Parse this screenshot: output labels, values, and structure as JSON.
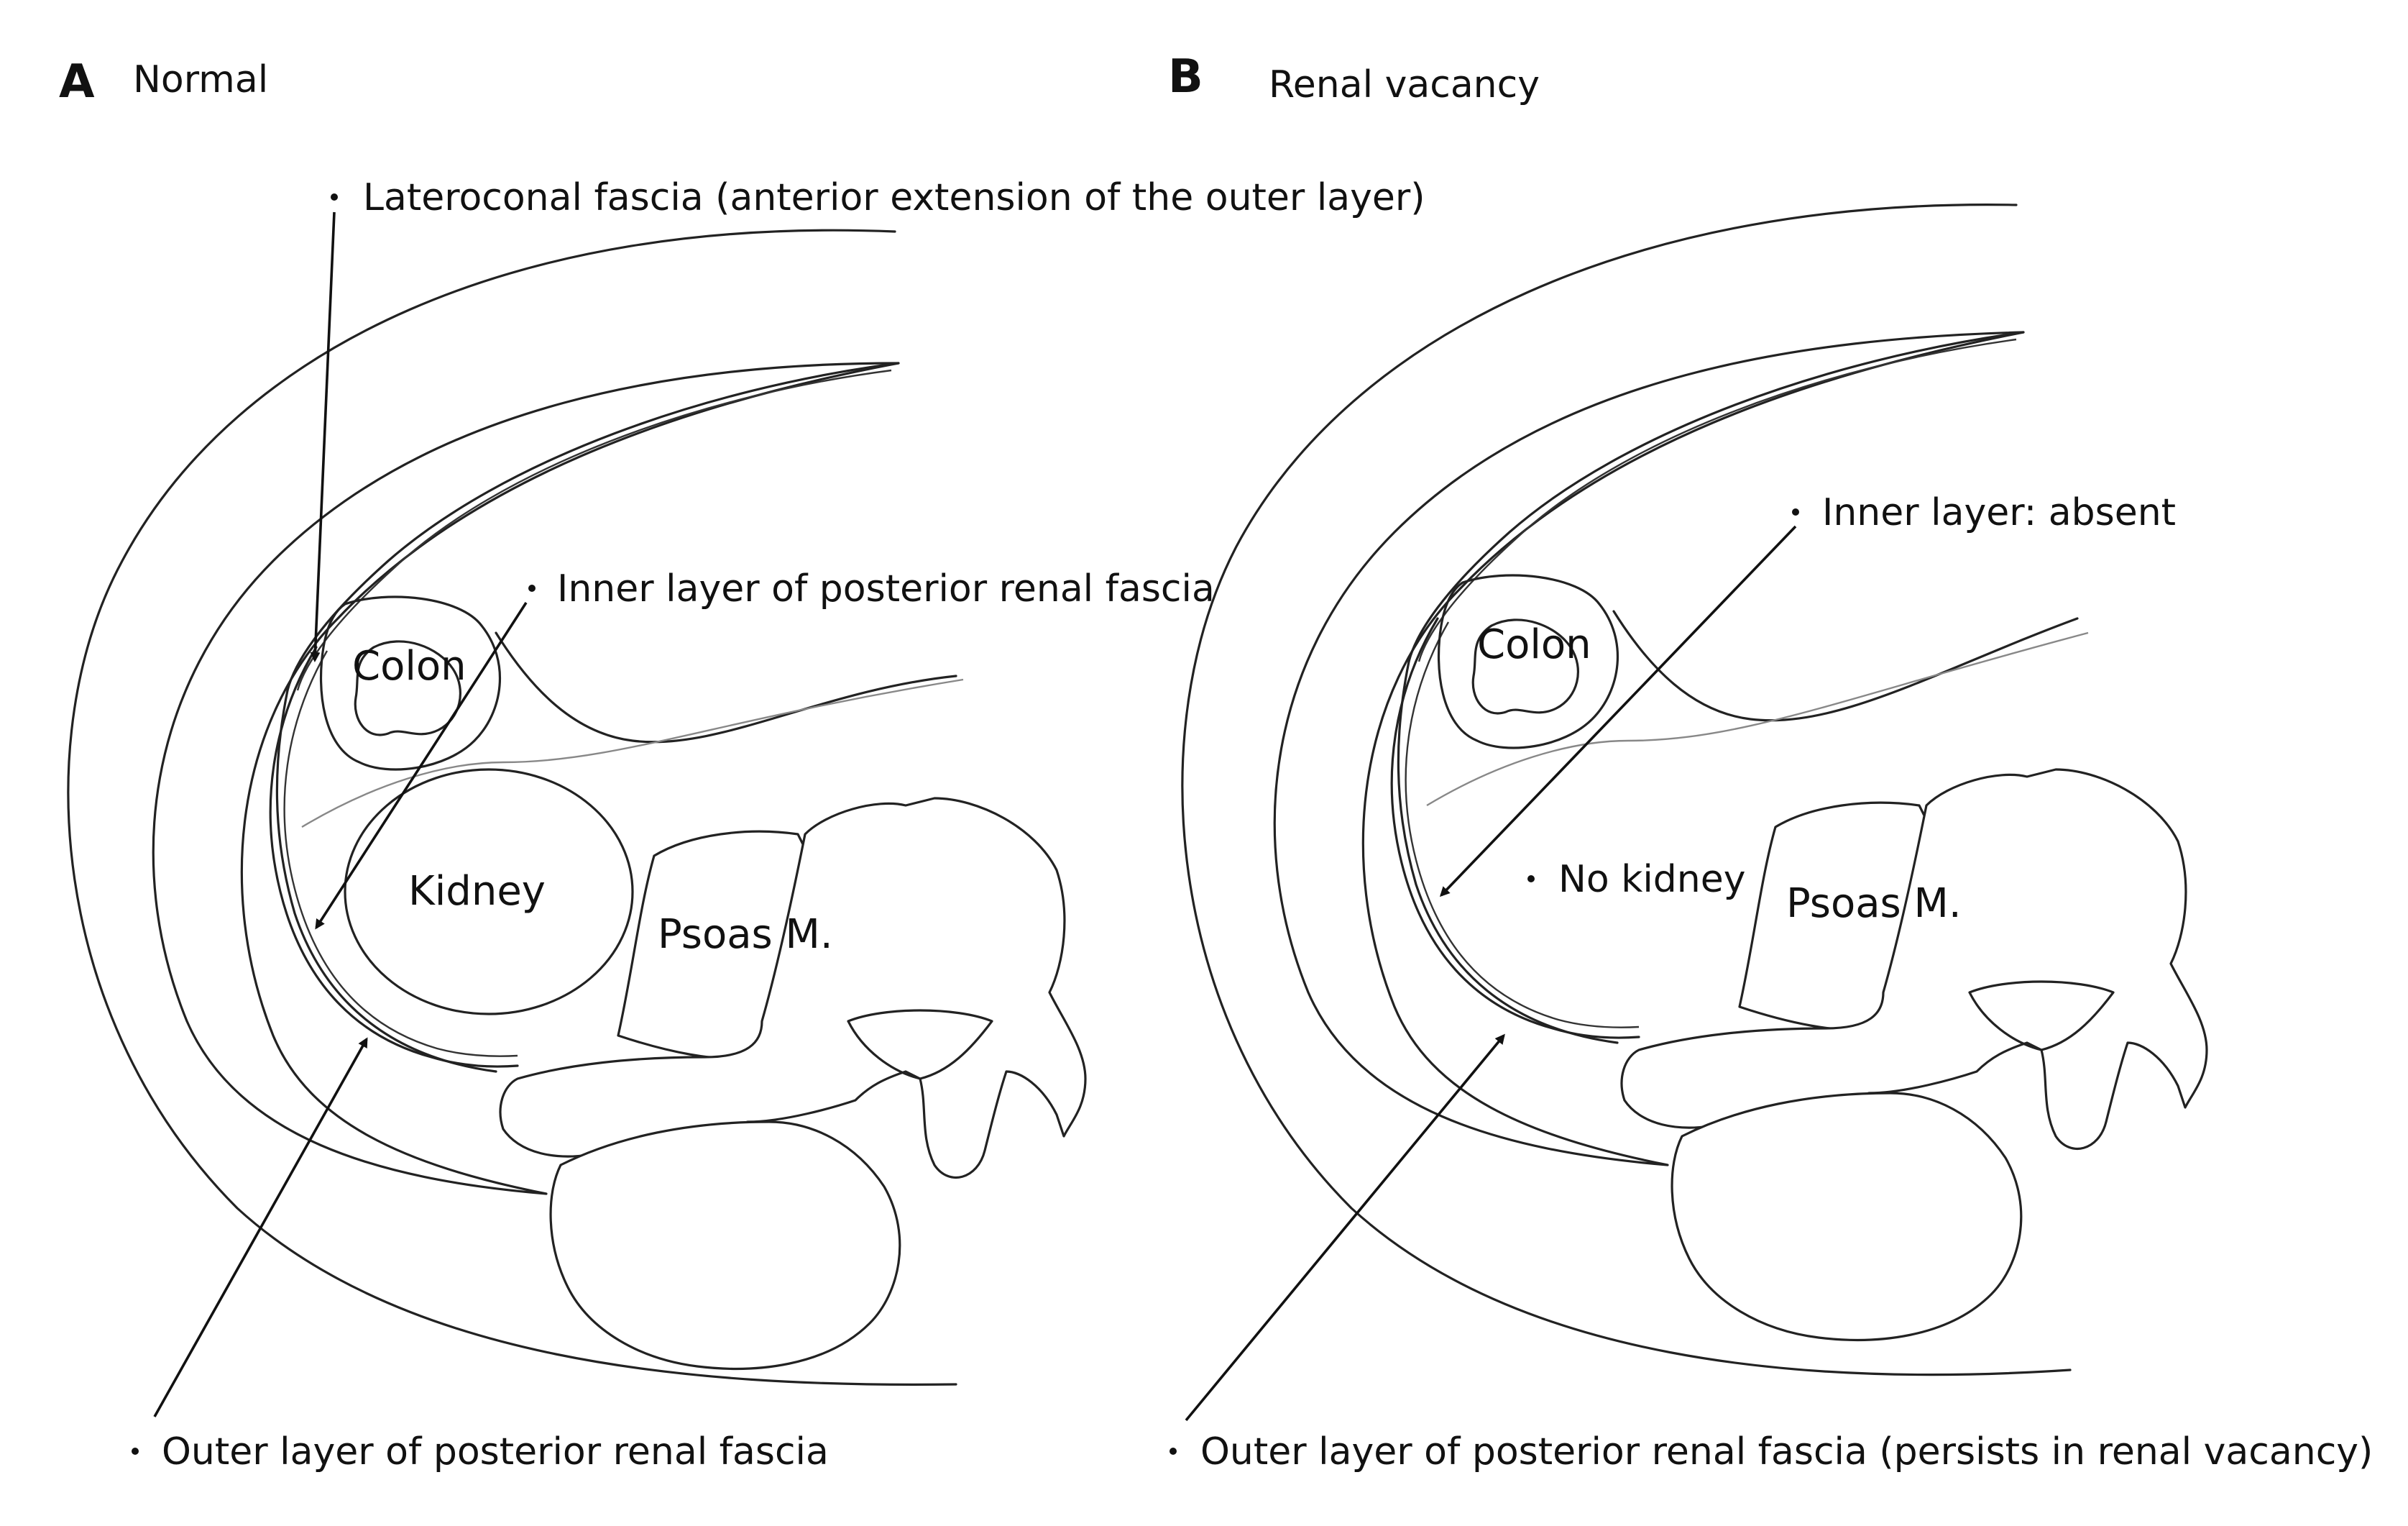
{
  "panel_a": {
    "letter": "A",
    "heading": "Normal",
    "labels": {
      "lateroconal": "Lateroconal fascia (anterior extension of the outer layer)",
      "inner_layer": "Inner layer of posterior renal fascia",
      "outer_layer": "Outer layer of posterior renal fascia",
      "colon": "Colon",
      "kidney": "Kidney",
      "psoas": "Psoas M."
    }
  },
  "panel_b": {
    "letter": "B",
    "heading": "Renal vacancy",
    "labels": {
      "inner_layer": "Inner layer: absent",
      "no_kidney": "No kidney",
      "outer_layer": "Outer layer of posterior renal fascia (persists in renal vacancy)",
      "colon": "Colon",
      "psoas": "Psoas M."
    }
  }
}
